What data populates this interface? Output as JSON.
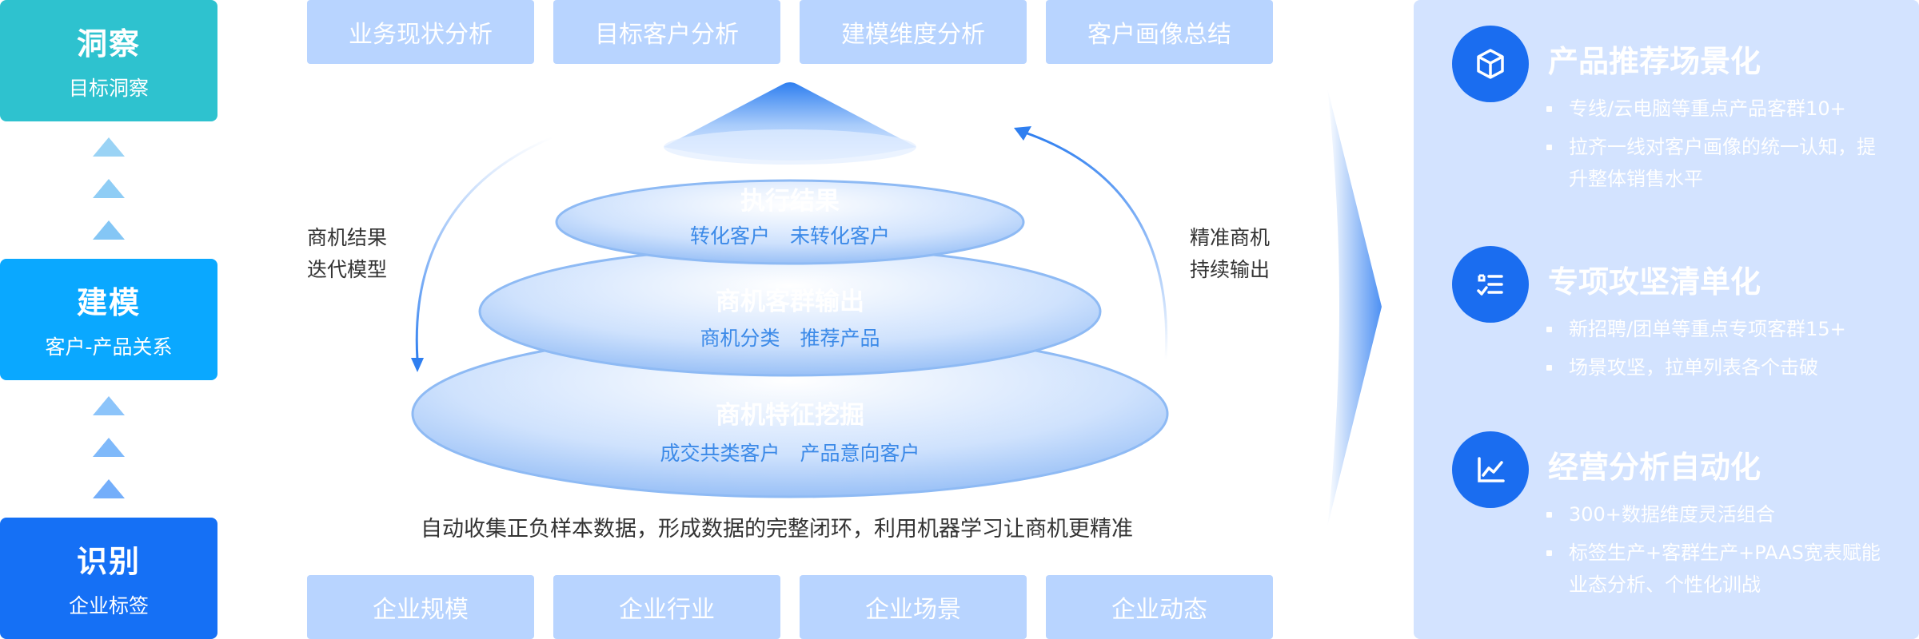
{
  "stages": [
    {
      "title": "洞察",
      "subtitle": "目标洞察"
    },
    {
      "title": "建模",
      "subtitle": "客户-产品关系"
    },
    {
      "title": "识别",
      "subtitle": "企业标签"
    }
  ],
  "top_tags": [
    "业务现状分析",
    "目标客户分析",
    "建模维度分析",
    "客户画像总结"
  ],
  "bottom_tags": [
    "企业规模",
    "企业行业",
    "企业场景",
    "企业动态"
  ],
  "left_caption": [
    "商机结果",
    "迭代模型"
  ],
  "right_caption": [
    "精准商机",
    "持续输出"
  ],
  "layers": [
    {
      "title": "执行结果",
      "subtitle": "转化客户　未转化客户"
    },
    {
      "title": "商机客群输出",
      "subtitle": "商机分类　推荐产品"
    },
    {
      "title": "商机特征挖掘",
      "subtitle": "成交共类客户　产品意向客户"
    }
  ],
  "bottom_caption": "自动收集正负样本数据，形成数据的完整闭环，利用机器学习让商机更精准",
  "panel": [
    {
      "icon": "cube-icon",
      "title": "产品推荐场景化",
      "bullets": [
        "专线/云电脑等重点产品客群10+",
        "拉齐一线对客户画像的统一认知，提升整体销售水平"
      ]
    },
    {
      "icon": "checklist-icon",
      "title": "专项攻坚清单化",
      "bullets": [
        "新招聘/团单等重点专项客群15+",
        "场景攻坚，拉单列表各个击破"
      ]
    },
    {
      "icon": "chart-line-icon",
      "title": "经营分析自动化",
      "bullets": [
        "300+数据维度灵活组合",
        "标签生产+客群生产+PAAS宽表赋能业态分析、个性化训战"
      ]
    }
  ],
  "colors": {
    "stage1": "#2ec2cf",
    "stage2": "#0aa8ff",
    "stage3": "#1570f5",
    "tag": "#b8d4ff",
    "accent": "#1a6df0"
  }
}
